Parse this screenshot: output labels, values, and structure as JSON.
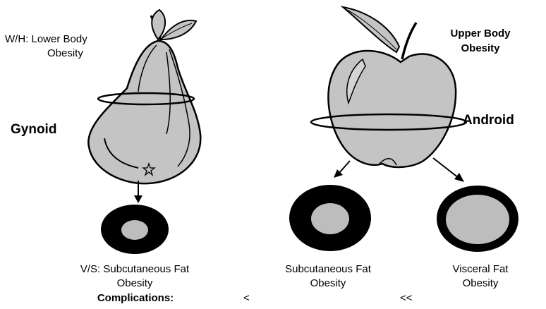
{
  "pear": {
    "wh_label_line1": "W/H: Lower Body",
    "wh_label_line2": "Obesity",
    "type_label": "Gynoid"
  },
  "apple": {
    "label_line1": "Upper Body",
    "label_line2": "Obesity",
    "type_label": "Android"
  },
  "captions": {
    "vs_line1": "V/S: Subcutaneous Fat",
    "vs_line2": "Obesity",
    "subq_line1": "Subcutaneous Fat",
    "subq_line2": "Obesity",
    "visceral_line1": "Visceral Fat",
    "visceral_line2": "Obesity"
  },
  "complications": {
    "label": "Complications:",
    "symbol1": "<",
    "symbol2": "<<"
  },
  "colors": {
    "fruit_fill": "#c4c4c4",
    "outline": "#000000",
    "fat_ring": "#000000",
    "fat_core": "#bdbdbd"
  }
}
